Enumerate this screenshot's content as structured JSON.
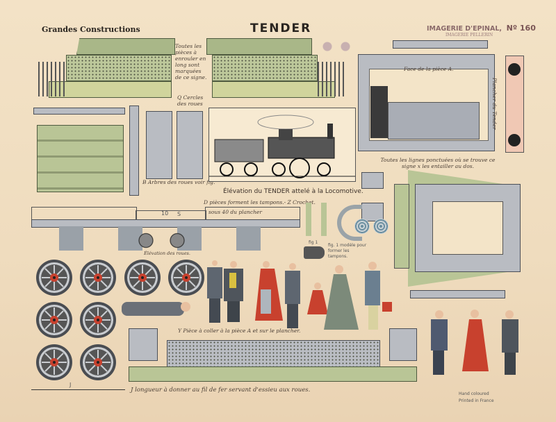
{
  "header": {
    "series": "Grandes Constructions",
    "title": "TENDER",
    "publisher": "IMAGERIE D'EPINAL,",
    "number": "Nº 160",
    "subpublisher": "IMAGERIE PELLERIN"
  },
  "notes": {
    "pieces_rolled": "Toutes les pièces à enrouler en long sont marquées de ce signe.",
    "rims": "Q Cercles des roues",
    "axles": "B Arbres des roues voir fig.",
    "elevation": "Élévation du TENDER attelé à la Locomotive.",
    "buffers": "D pièces forment les tampons.- Z Crochet.",
    "under_floor": "sous 40 du plancher",
    "floor_numbers": [
      "10",
      "S"
    ],
    "piece_A": "Face de la pièce A.",
    "tender_floor": "Plancher du Tender",
    "hatched": "Toutes les lignes ponctuées où se trouve ce signe x les entailler au dos.",
    "wheels_elevation": "Élévation des roues.",
    "fig1": "fig 1",
    "fig1_model": "fig. 1 modèle pour former les tampons.",
    "piece_Y": "Y Pièce à coller à la pièce A et sur le plancher.",
    "length": "J longueur à donner au fil de fer servant d'essieu aux roues.",
    "length_mark": "J",
    "hand_coloured": "Hand coloured",
    "printed": "Printed in France"
  },
  "colors": {
    "paper": "#efdcbe",
    "green": "#b9c596",
    "gray": "#b9bcc2",
    "red": "#c8412e",
    "pink": "#f0c8b4"
  }
}
